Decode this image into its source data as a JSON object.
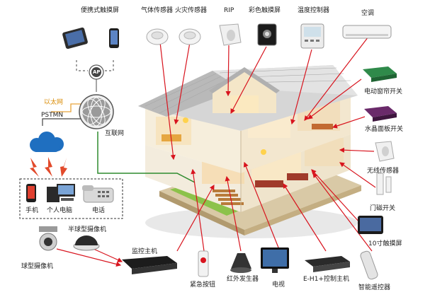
{
  "devices": {
    "portable_touchscreen": "便携式触摸屏",
    "gas_sensor": "气体传感器",
    "fire_sensor": "火灾传感器",
    "rip": "RIP",
    "color_touchscreen": "彩色触摸屏",
    "thermostat": "温度控制器",
    "air_conditioner": "空调",
    "curtain_switch": "电动窗帘开关",
    "crystal_panel_switch": "水晶面板开关",
    "wireless_sensor": "无线传感器",
    "door_sensor_switch": "门磁开关",
    "touchscreen_10inch": "10寸触摸屏",
    "remote_control": "智能遥控器",
    "eh1_host": "E-H1+控制主机",
    "tv": "电视",
    "ir_emitter": "红外发生器",
    "emergency_button": "紧急按钮",
    "monitor_host": "监控主机",
    "dome_camera": "球型摄像机",
    "half_dome_camera": "半球型摄像机",
    "phone": "电话",
    "pc": "个人电脑",
    "mobile": "手机"
  },
  "network": {
    "ap": "AP",
    "ethernet": "以太网",
    "pstmn": "PSTMN",
    "internet": "互联网"
  },
  "colors": {
    "red_link": "#d8141e",
    "green_link": "#2e8b2e",
    "orange_link": "#e8a33a",
    "gray_link": "#666666"
  }
}
